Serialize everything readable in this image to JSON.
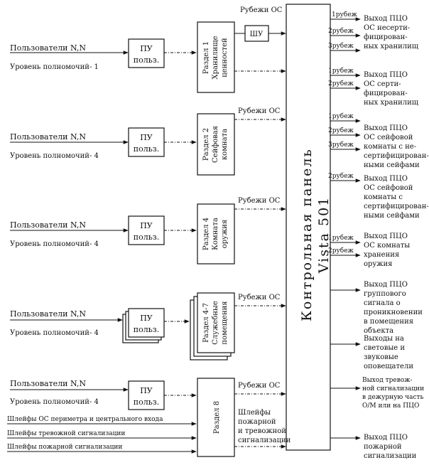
{
  "user_groups": [
    {
      "users": "Пользователи N,N",
      "level": "Уровень полномочий- 1",
      "panel": [
        "ПУ",
        "польз."
      ],
      "section": [
        "Раздел 1",
        "Хранилище",
        "ценностей"
      ]
    },
    {
      "users": "Пользователи N,N",
      "level": "Уровень полномочий- 4",
      "panel": [
        "ПУ",
        "польз."
      ],
      "section": [
        "Раздел 2",
        "Сейфовая",
        "комната"
      ]
    },
    {
      "users": "Пользователи N,N",
      "level": "Уровень полномочий- 4",
      "panel": [
        "ПУ",
        "польз."
      ],
      "section": [
        "Раздел 4",
        "Комната",
        "оружия"
      ]
    },
    {
      "users": "Пользователи N,N",
      "level": "Уровень полномочий- 4",
      "panel": [
        "ПУ",
        "польз."
      ],
      "section": [
        "Раздел 4-7",
        "Служебные",
        "помещения"
      ]
    },
    {
      "users": "Пользователи N,N",
      "level": "Уровень полномочий- 4",
      "panel": [
        "ПУ",
        "польз."
      ],
      "section": [
        "Раздел 8"
      ]
    }
  ],
  "loops": [
    "Шлейфы ОС периметра и центрального входа",
    "Шлейфы тревожной сигнализации",
    "Шлейфы пожарной сигнализации"
  ],
  "rubezh_label": "Рубежи ОС",
  "shu_label": "ШУ",
  "fire_loops_label": [
    "Шлейфы",
    "пожарной",
    "и тревожной",
    "сигнализации"
  ],
  "control_panel": [
    "Контрольная панель",
    "Vista 501"
  ],
  "line_labels": {
    "r1": "1рубеж",
    "r2": "2рубеж",
    "r3": "3рубеж"
  },
  "outputs": [
    [
      "Выход ПЦО",
      "ОС несерти-",
      "фицирован-",
      "ных хранилищ"
    ],
    [
      "Выход ПЦО",
      "ОС серти-",
      "фицирован-",
      "ных хранилищ"
    ],
    [
      "Выход ПЦО",
      "ОС сейфовой",
      "комнаты с не-",
      "сертифицирован-",
      "ными сейфами"
    ],
    [
      "Выход ПЦО",
      "ОС сейфовой",
      "комнаты с",
      "сертифицирован-",
      "ными сейфами"
    ],
    [
      "Выход ПЦО",
      "ОС комнаты",
      "хранения",
      "оружия"
    ],
    [
      "Выход ПЦО",
      "группового",
      "сигнала о",
      "проникновении",
      "в помещения",
      "объекта"
    ],
    [
      "Выходы на",
      "световые и",
      "звуковые",
      "оповещатели"
    ],
    [
      "Выход тревож-",
      "ной сигнализации",
      "в дежурную часть",
      "О/М или на ПЦО"
    ],
    [
      "Выход ПЦО",
      "пожарной",
      "сигнализации"
    ]
  ]
}
